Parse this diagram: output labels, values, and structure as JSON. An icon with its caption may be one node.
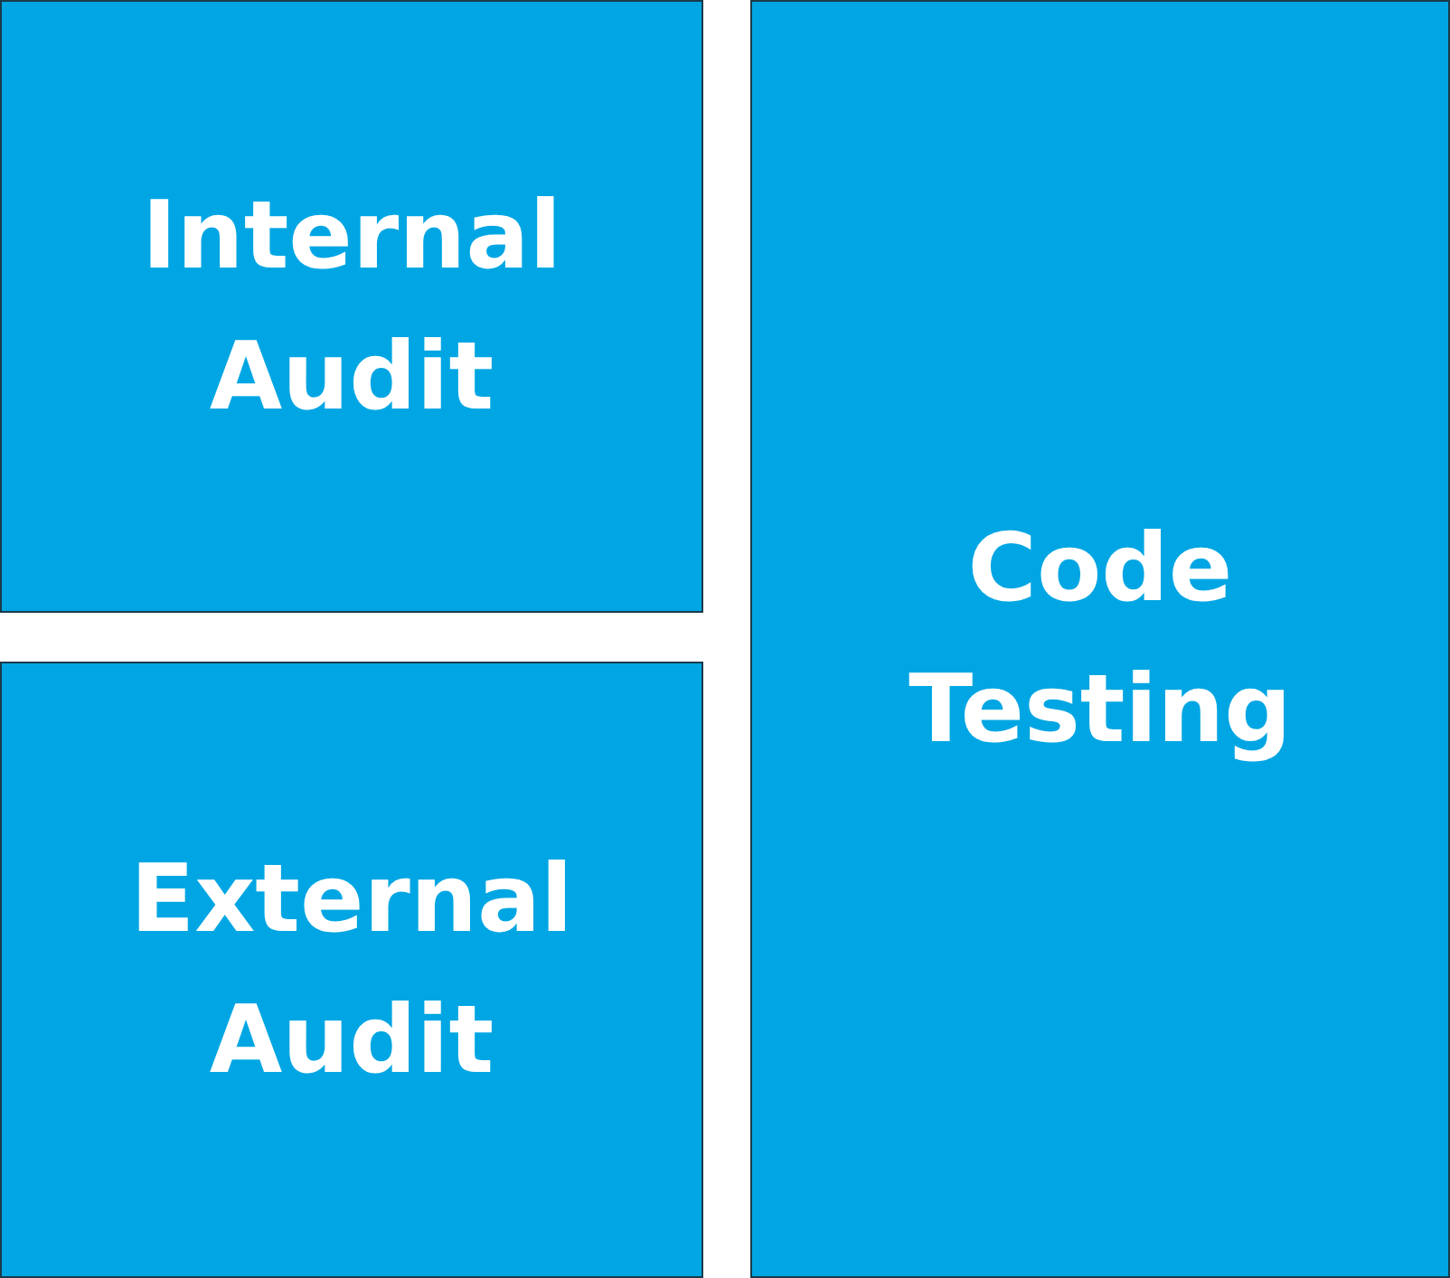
{
  "diagram": {
    "nodes": [
      {
        "text": [
          "Internal Audit"
        ]
      },
      {
        "text": [
          "External Audit"
        ]
      },
      {
        "text": [
          "Code Testing"
        ]
      }
    ]
  }
}
